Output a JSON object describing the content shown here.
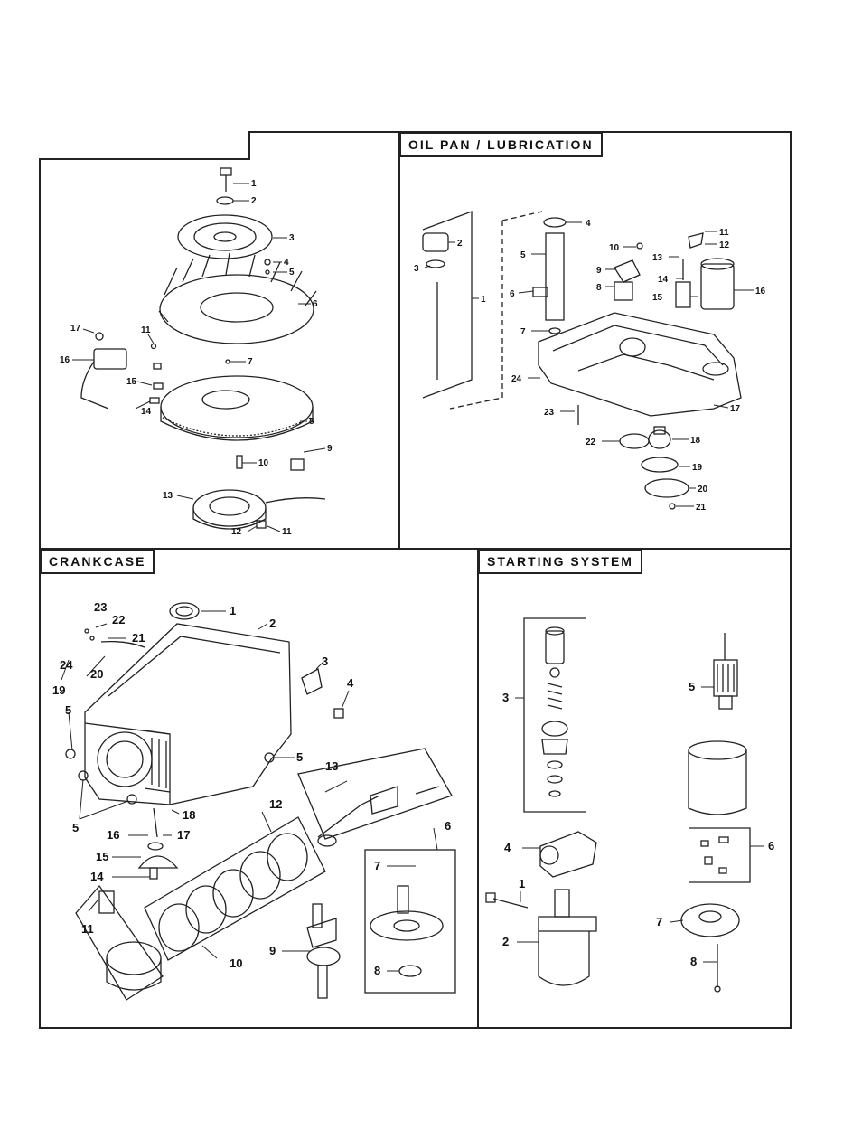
{
  "sections": {
    "oil_pan": {
      "title": "OIL PAN / LUBRICATION",
      "callouts": [
        "1",
        "2",
        "3",
        "4",
        "5",
        "6",
        "7",
        "8",
        "9",
        "10",
        "11",
        "12",
        "13",
        "14",
        "15",
        "16",
        "17",
        "18",
        "19",
        "20",
        "21",
        "22",
        "23",
        "24"
      ]
    },
    "crankcase": {
      "title": "CRANKCASE",
      "callouts": [
        "1",
        "2",
        "3",
        "4",
        "5",
        "5",
        "5",
        "6",
        "7",
        "8",
        "9",
        "10",
        "11",
        "12",
        "13",
        "14",
        "15",
        "16",
        "17",
        "18",
        "19",
        "20",
        "21",
        "22",
        "23",
        "24"
      ]
    },
    "starting_system": {
      "title": "STARTING SYSTEM",
      "callouts": [
        "1",
        "2",
        "3",
        "4",
        "5",
        "6",
        "7",
        "8"
      ]
    },
    "ignition": {
      "callouts": [
        "1",
        "2",
        "3",
        "4",
        "5",
        "6",
        "7",
        "8",
        "9",
        "10",
        "11",
        "11",
        "12",
        "13",
        "14",
        "15",
        "16",
        "17"
      ]
    }
  }
}
